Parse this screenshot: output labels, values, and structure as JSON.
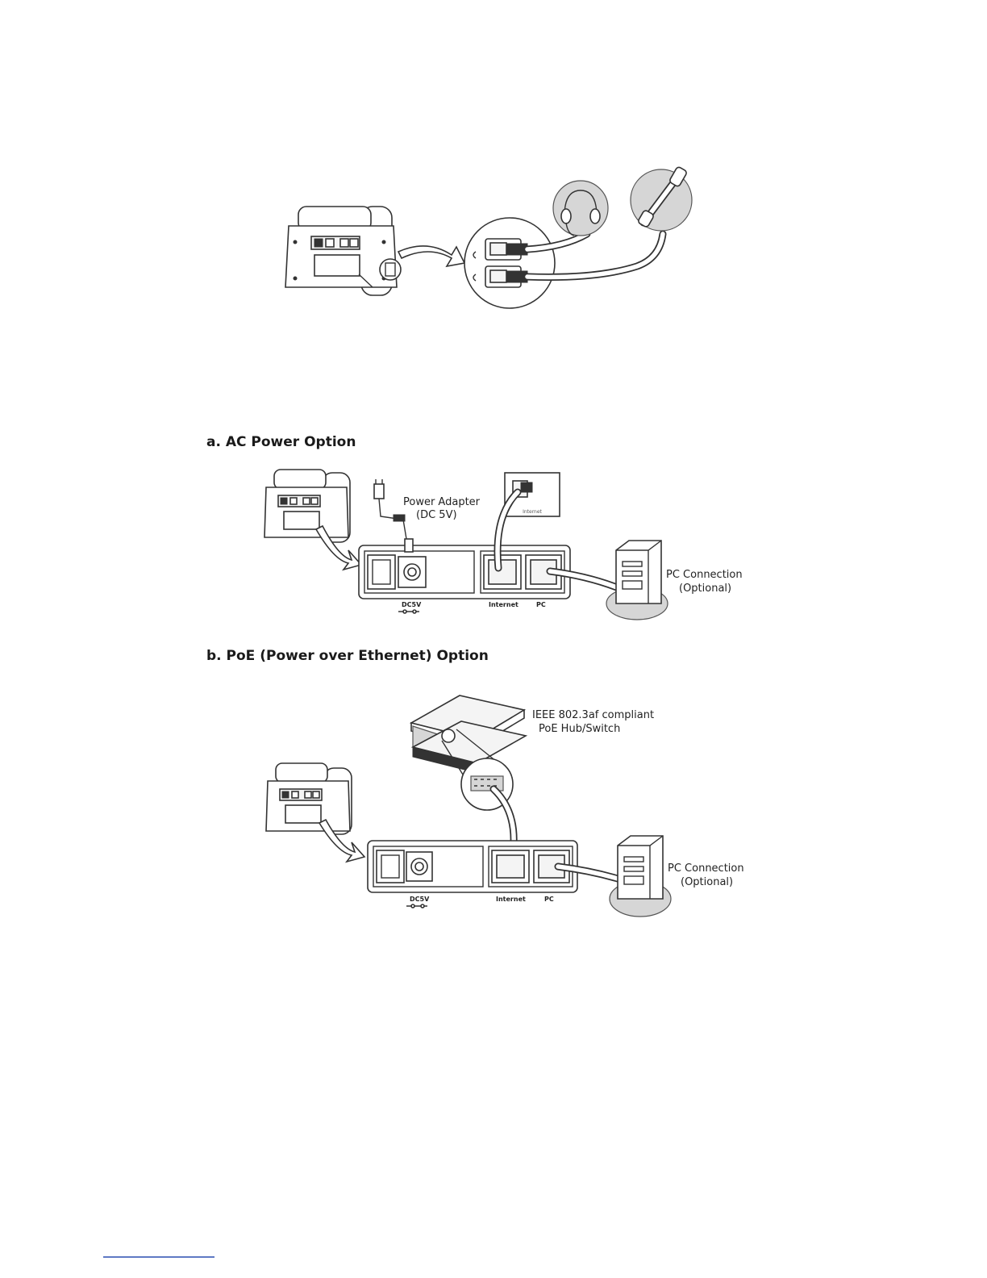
{
  "diagram1": {
    "nodes": [
      "phone-back",
      "handset-headset-ports",
      "headset",
      "handset"
    ]
  },
  "section_a": {
    "title": "a. AC Power Option",
    "power_adapter_line1": "Power Adapter",
    "power_adapter_line2": "(DC 5V)",
    "wall_jack_label": "Internet",
    "port_dc": "DC5V",
    "port_internet": "Internet",
    "port_pc": "PC",
    "pc_line1": "PC Connection",
    "pc_line2": "(Optional)"
  },
  "section_b": {
    "title": "b. PoE (Power over Ethernet) Option",
    "switch_line1": "IEEE 802.3af compliant",
    "switch_line2": "PoE Hub/Switch",
    "port_dc": "DC5V",
    "port_internet": "Internet",
    "port_pc": "PC",
    "pc_line1": "PC Connection",
    "pc_line2": "(Optional)"
  }
}
